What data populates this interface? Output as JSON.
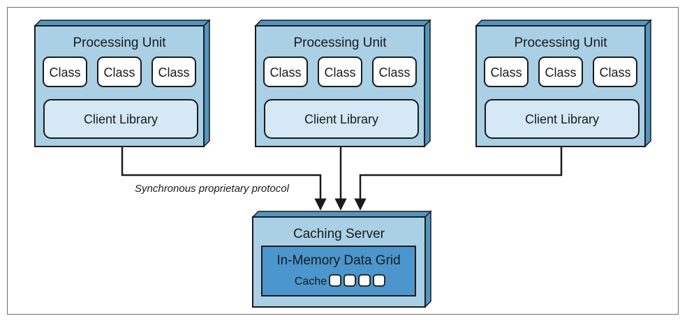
{
  "units": [
    {
      "title": "Processing Unit",
      "classes": [
        "Class",
        "Class",
        "Class"
      ],
      "library": "Client Library"
    },
    {
      "title": "Processing Unit",
      "classes": [
        "Class",
        "Class",
        "Class"
      ],
      "library": "Client Library"
    },
    {
      "title": "Processing Unit",
      "classes": [
        "Class",
        "Class",
        "Class"
      ],
      "library": "Client Library"
    }
  ],
  "protocol_label": "Synchronous proprietary protocol",
  "server": {
    "title": "Caching Server",
    "grid_title": "In-Memory Data Grid",
    "cache_label": "Cache",
    "cache_slots": 4
  },
  "colors": {
    "box_fill": "#a9d0e5",
    "box_side": "#4f97c2",
    "library_fill": "#d4e9f5",
    "grid_fill": "#4a96cd",
    "stroke": "#1a1a1a",
    "frame": "#6f6f6f"
  }
}
